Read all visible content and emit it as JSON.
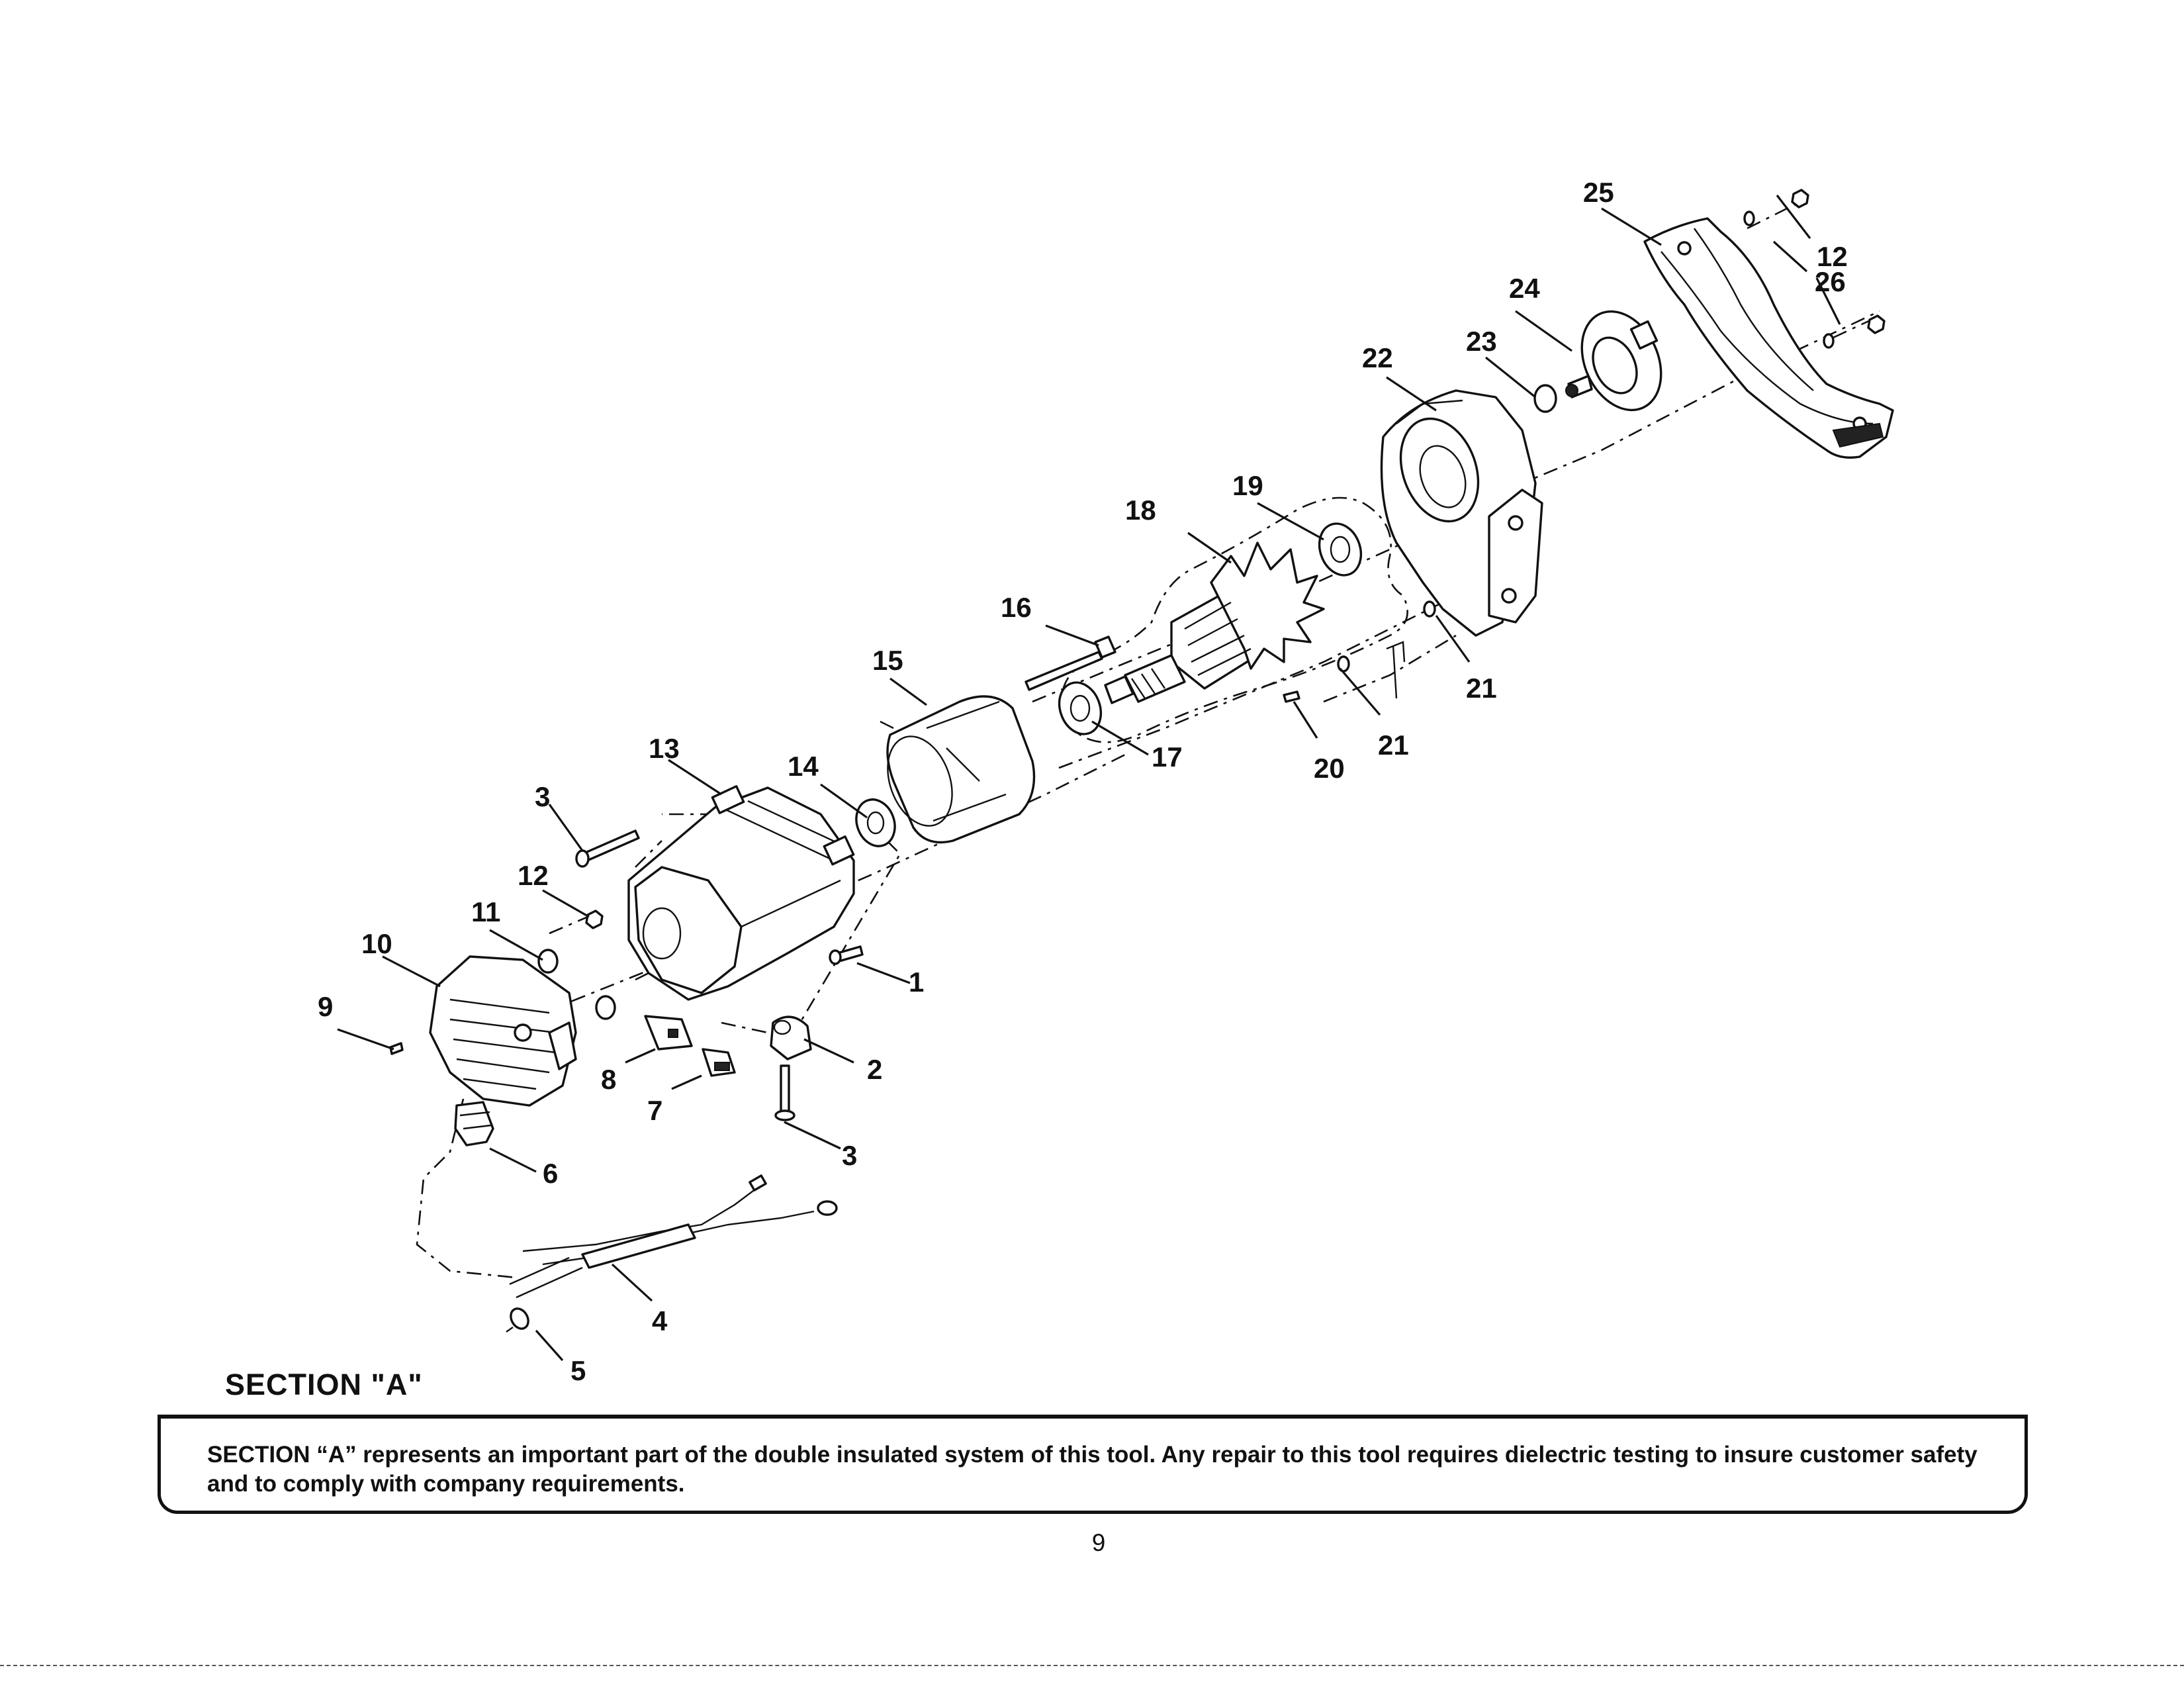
{
  "section_title": "SECTION \"A\"",
  "notice": "SECTION “A” represents an important part of the double insulated system of this tool. Any repair to this tool requires dielectric testing to insure customer safety and to comply with company requirements.",
  "page_number": "9",
  "callouts": {
    "c1": "1",
    "c2": "2",
    "c3a": "3",
    "c3b": "3",
    "c4": "4",
    "c5": "5",
    "c6": "6",
    "c7": "7",
    "c8": "8",
    "c9": "9",
    "c10": "10",
    "c11": "11",
    "c12a": "12",
    "c12b": "12",
    "c13": "13",
    "c14": "14",
    "c15": "15",
    "c16": "16",
    "c17": "17",
    "c18": "18",
    "c19": "19",
    "c20": "20",
    "c21a": "21",
    "c21b": "21",
    "c22": "22",
    "c23": "23",
    "c24": "24",
    "c25": "25",
    "c26": "26"
  }
}
